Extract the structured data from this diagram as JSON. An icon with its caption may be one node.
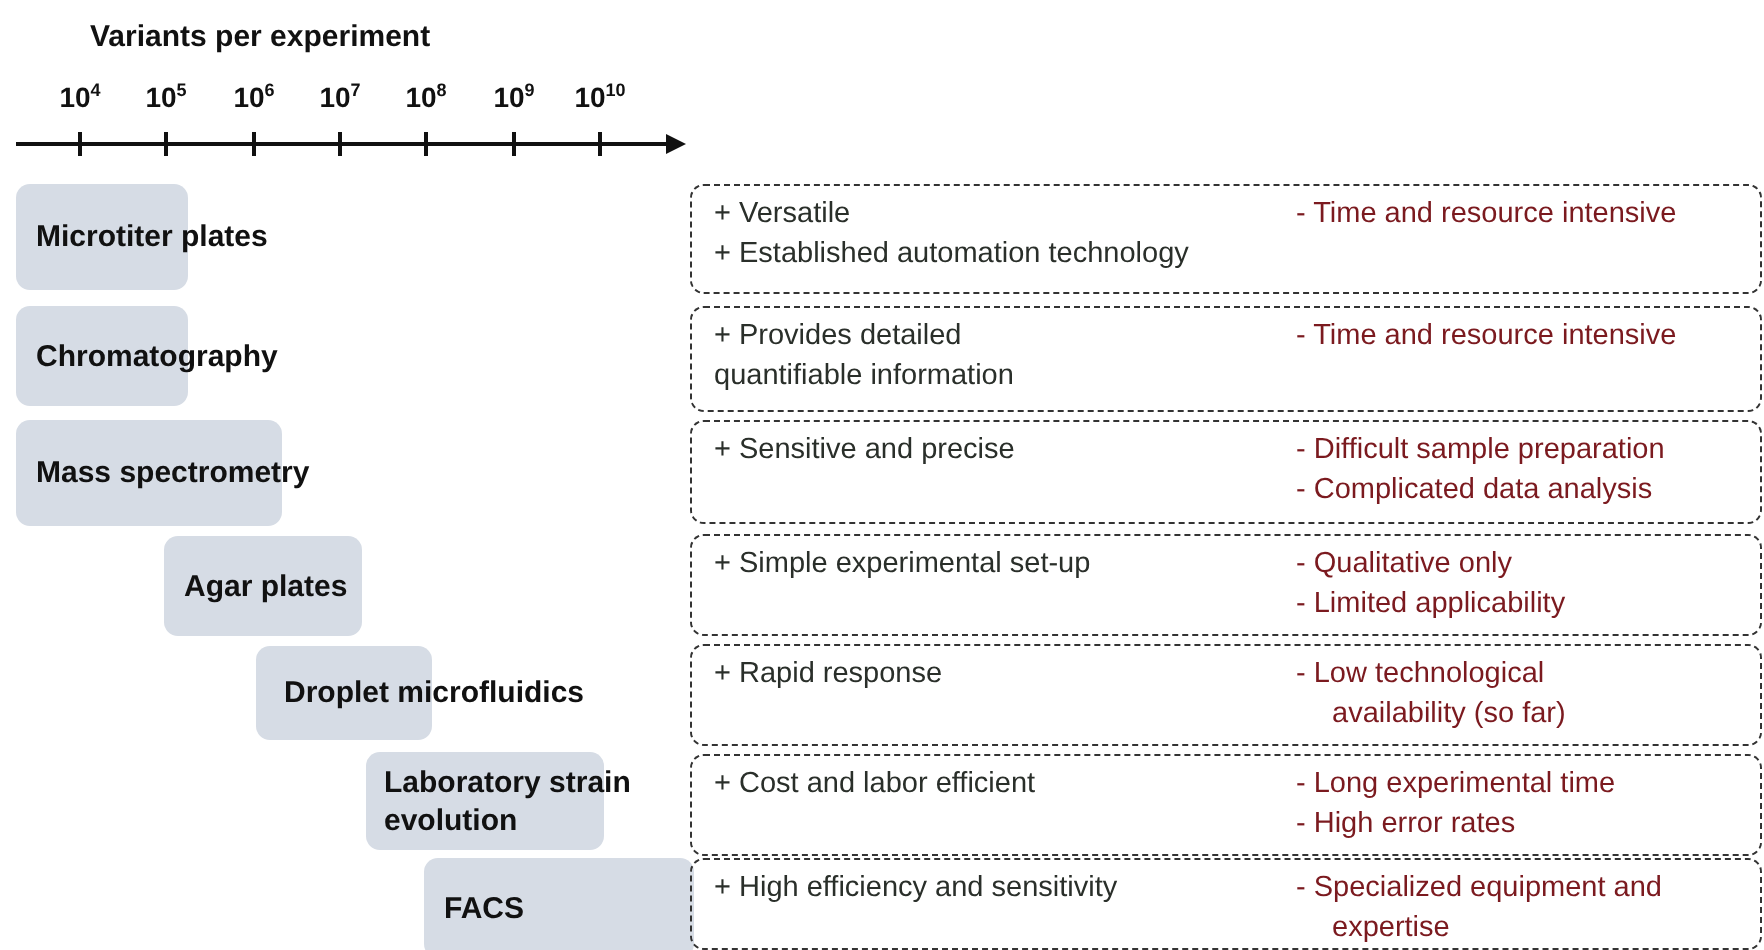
{
  "diagram": {
    "nodes": [
      {
        "text": [
          "Microtiter plates"
        ]
      },
      {
        "text": [
          "+ Versatile",
          "+ Established automation technology",
          "- Time and resource intensive"
        ]
      },
      {
        "text": [
          "Chromatography"
        ]
      },
      {
        "text": [
          "+ Provides detailed quantifiable information",
          "- Time and resource intensive"
        ]
      },
      {
        "text": [
          "Mass spectrometry"
        ]
      },
      {
        "text": [
          "+ Sensitive and precise",
          "- Difficult sample preparation",
          "- Complicated data analysis"
        ]
      },
      {
        "text": [
          "Agar plates"
        ]
      },
      {
        "text": [
          "+ Simple experimental set-up",
          "- Qualitative only",
          "- Limited applicability"
        ]
      },
      {
        "text": [
          "Droplet microfluidics"
        ]
      },
      {
        "text": [
          "+ Rapid response",
          "- Low technological availability (so far)"
        ]
      },
      {
        "text": [
          "Laboratory strain evolution"
        ]
      },
      {
        "text": [
          "+ Cost and labor efficient",
          "- Long experimental time",
          "- High error rates"
        ]
      },
      {
        "text": [
          "FACS"
        ]
      },
      {
        "text": [
          "+ High efficiency and sensitivity",
          "- Specialized equipment and expertise"
        ]
      }
    ],
    "labels": [
      "Variants per experiment",
      "10$^{4}$",
      "10$^{5}$",
      "10$^{6}$",
      "10$^{7}$",
      "10$^{8}$",
      "10$^{9}$",
      "10$^{10}$"
    ]
  }
}
